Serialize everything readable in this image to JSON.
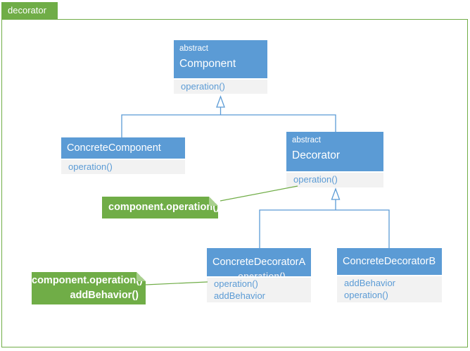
{
  "tab": {
    "label": "decorator"
  },
  "colors": {
    "accent_green": "#70AD47",
    "fold_green": "#a9d08e",
    "class_blue": "#5B9BD5",
    "method_bg": "#F2F2F2",
    "method_text": "#5B9BD5"
  },
  "classes": [
    {
      "stereotype": "abstract",
      "name": "Component",
      "methods": [
        "operation()"
      ]
    },
    {
      "name": "ConcreteComponent",
      "methods": [
        "operation()"
      ]
    },
    {
      "stereotype": "abstract",
      "name": "Decorator",
      "methods": [
        "operation()"
      ]
    },
    {
      "name": "ConcreteDecoratorA",
      "methods": [
        "operation()",
        "addBehavior"
      ],
      "ghost_label": "operation()"
    },
    {
      "name": "ConcreteDecoratorB",
      "methods": [
        "addBehavior",
        "operation()"
      ]
    }
  ],
  "notes": [
    {
      "lines": [
        "component.operation()"
      ]
    },
    {
      "lines": [
        "component.operation()",
        "addBehavior()"
      ]
    }
  ]
}
